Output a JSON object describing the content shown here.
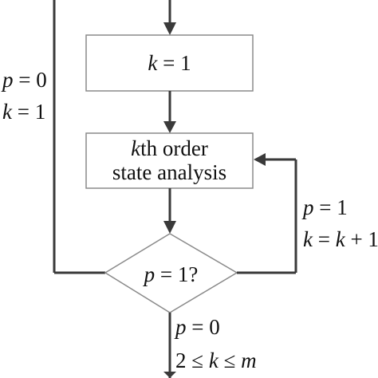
{
  "nodes": {
    "init_box": {
      "var": "k",
      "rest": " = 1"
    },
    "analysis_box": {
      "line1_var": "k",
      "line1_rest": "th order",
      "line2": "state analysis"
    },
    "decision": {
      "var": "p",
      "rest": " = 1?"
    }
  },
  "edges": {
    "loop_left": {
      "p_var": "p",
      "p_rest": " = 0",
      "k_var": "k",
      "k_rest": " = 1"
    },
    "loop_right": {
      "p_var": "p",
      "p_rest": " = 1",
      "k_var": "k",
      "k_mid": " = ",
      "k_var2": "k",
      "k_rest": " + 1"
    },
    "exit": {
      "p_var": "p",
      "p_rest": " = 0",
      "k_pre": "2 ≤ ",
      "k_var": "k",
      "k_mid": " ≤ ",
      "k_var2": "m"
    }
  },
  "colors": {
    "line": "#3a3a3a",
    "box_stroke": "#8a8a8a",
    "text": "#111111"
  }
}
